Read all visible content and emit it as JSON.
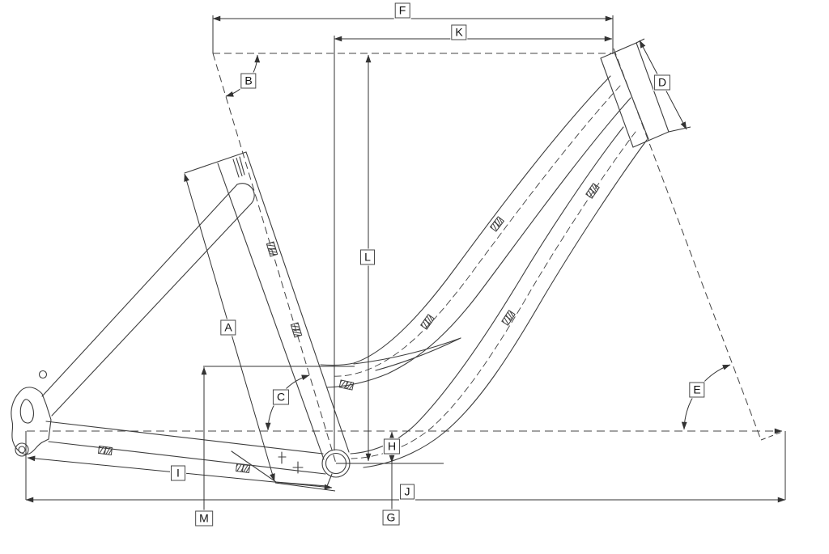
{
  "diagram": {
    "background": "#ffffff",
    "frame_line_color": "#3e3e3e",
    "dimension_line_color": "#333333",
    "label_border_color": "#4a4a4a",
    "label_text_color": "#111111"
  },
  "labels": [
    {
      "id": "A",
      "text": "A"
    },
    {
      "id": "B",
      "text": "B"
    },
    {
      "id": "C",
      "text": "C"
    },
    {
      "id": "D",
      "text": "D"
    },
    {
      "id": "E",
      "text": "E"
    },
    {
      "id": "F",
      "text": "F"
    },
    {
      "id": "G",
      "text": "G"
    },
    {
      "id": "H",
      "text": "H"
    },
    {
      "id": "I",
      "text": "I"
    },
    {
      "id": "J",
      "text": "J"
    },
    {
      "id": "K",
      "text": "K"
    },
    {
      "id": "L",
      "text": "L"
    },
    {
      "id": "M",
      "text": "M"
    }
  ]
}
